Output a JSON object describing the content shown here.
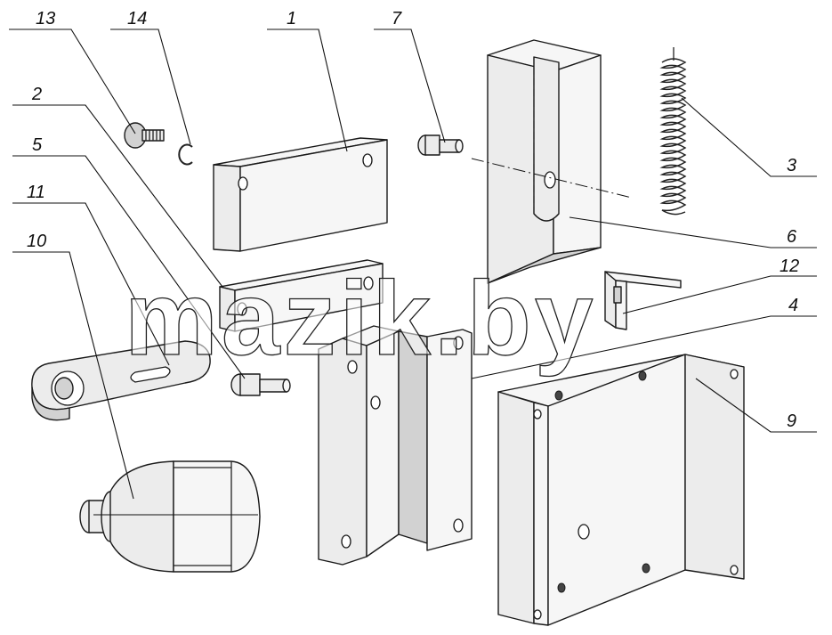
{
  "watermark": "mazik.by",
  "callouts": {
    "c1": "1",
    "c2": "2",
    "c3": "3",
    "c4": "4",
    "c5": "5",
    "c6": "6",
    "c7": "7",
    "c9": "9",
    "c10": "10",
    "c11": "11",
    "c12": "12",
    "c13": "13",
    "c14": "14"
  }
}
